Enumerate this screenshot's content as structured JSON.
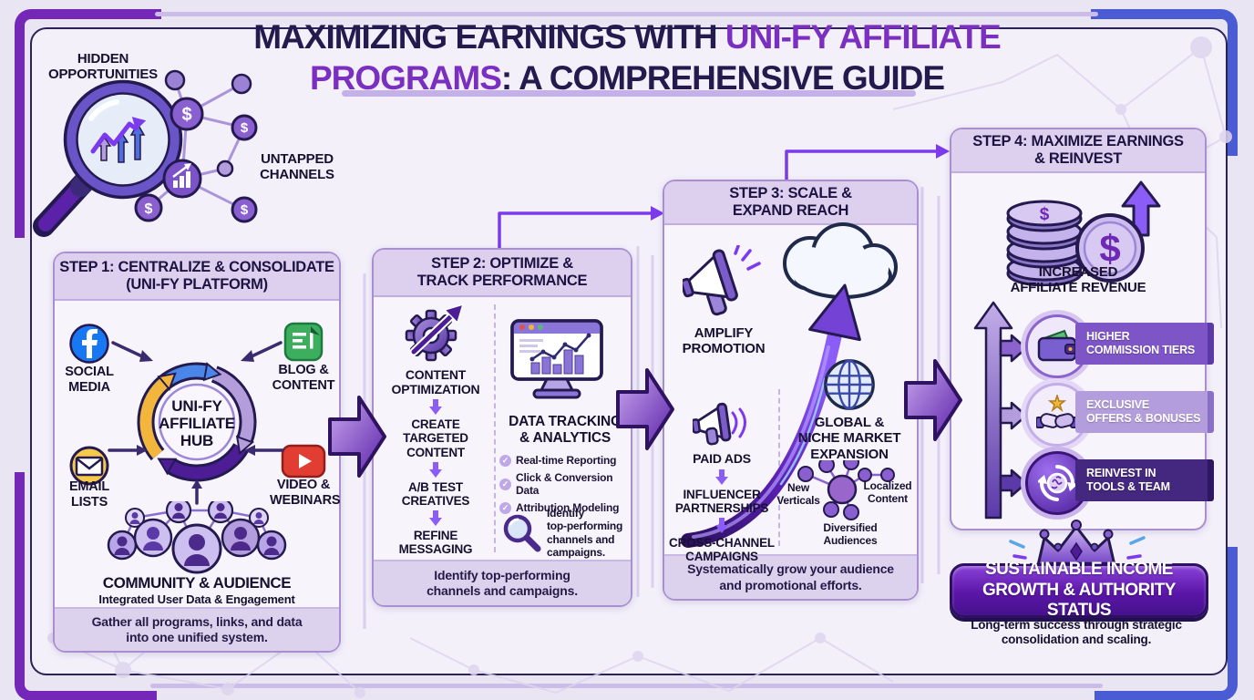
{
  "glyphs": {
    "dollar": "$"
  },
  "title": {
    "part1": "MAXIMIZING EARNINGS WITH ",
    "part2": "UNI-FY AFFILIATE",
    "part3": "PROGRAMS",
    "part4": ": A COMPREHENSIVE GUIDE"
  },
  "intro": {
    "hidden": "HIDDEN\nOPPORTUNITIES",
    "untapped": "UNTAPPED\nCHANNELS"
  },
  "step1": {
    "title": "STEP 1: CENTRALIZE & CONSOLIDATE\n(UNI-FY PLATFORM)",
    "sources": [
      {
        "icon": "facebook-icon",
        "label": "SOCIAL\nMEDIA"
      },
      {
        "icon": "blog-icon",
        "label": "BLOG &\nCONTENT"
      },
      {
        "icon": "email-icon",
        "label": "EMAIL\nLISTS"
      },
      {
        "icon": "video-icon",
        "label": "VIDEO &\nWEBINARS"
      }
    ],
    "hub": "UNI-FY\nAFFILIATE\nHUB",
    "community_title": "COMMUNITY & AUDIENCE",
    "community_subtitle": "Integrated User Data & Engagement",
    "footer": "Gather all programs, links, and data\ninto one unified system."
  },
  "step2": {
    "title": "STEP 2: OPTIMIZE &\nTRACK PERFORMANCE",
    "flow": [
      "CONTENT\nOPTIMIZATION",
      "CREATE\nTARGETED\nCONTENT",
      "A/B TEST\nCREATIVES",
      "REFINE\nMESSAGING"
    ],
    "analytics_title": "DATA TRACKING\n& ANALYTICS",
    "checklist": [
      "Real-time Reporting",
      "Click & Conversion Data",
      "Attribution Modeling"
    ],
    "note": "Identify\ntop-performing\nchannels and\ncampaigns.",
    "footer": "Identify top-performing\nchannels and campaigns."
  },
  "step3": {
    "title": "STEP 3: SCALE &\nEXPAND REACH",
    "amplify": "AMPLIFY\nPROMOTION",
    "flow": [
      "PAID ADS",
      "INFLUENCER\nPARTNERSHIPS",
      "CROSS-CHANNEL\nCAMPAIGNS"
    ],
    "expansion_title": "GLOBAL &\nNICHE MARKET\nEXPANSION",
    "network": {
      "left": "New\nVerticals",
      "right": "Localized\nContent",
      "bottom": "Diversified\nAudiences"
    },
    "footer": "Systematically grow your audience\nand promotional efforts."
  },
  "step4": {
    "title": "STEP 4: MAXIMIZE EARNINGS\n& REINVEST",
    "revenue": "INCREASED\nAFFILIATE REVENUE",
    "benefits": [
      {
        "icon": "wallet-icon",
        "label": "HIGHER\nCOMMISSION TIERS"
      },
      {
        "icon": "handshake-icon",
        "label": "EXCLUSIVE\nOFFERS & BONUSES"
      },
      {
        "icon": "reinvest-icon",
        "label": "REINVEST IN\nTOOLS & TEAM"
      }
    ],
    "result_title": "SUSTAINABLE INCOME\nGROWTH & AUTHORITY STATUS",
    "result_caption": "Long-term success through strategic\nconsolidation and scaling."
  },
  "colors": {
    "accent_purple": "#7b2fc0",
    "accent_blue": "#4a5cd4",
    "title_dark": "#251a4e",
    "ribbon_medium": "#7d55c7",
    "ribbon_light": "#b49ddd",
    "ribbon_dark": "#44277e"
  }
}
